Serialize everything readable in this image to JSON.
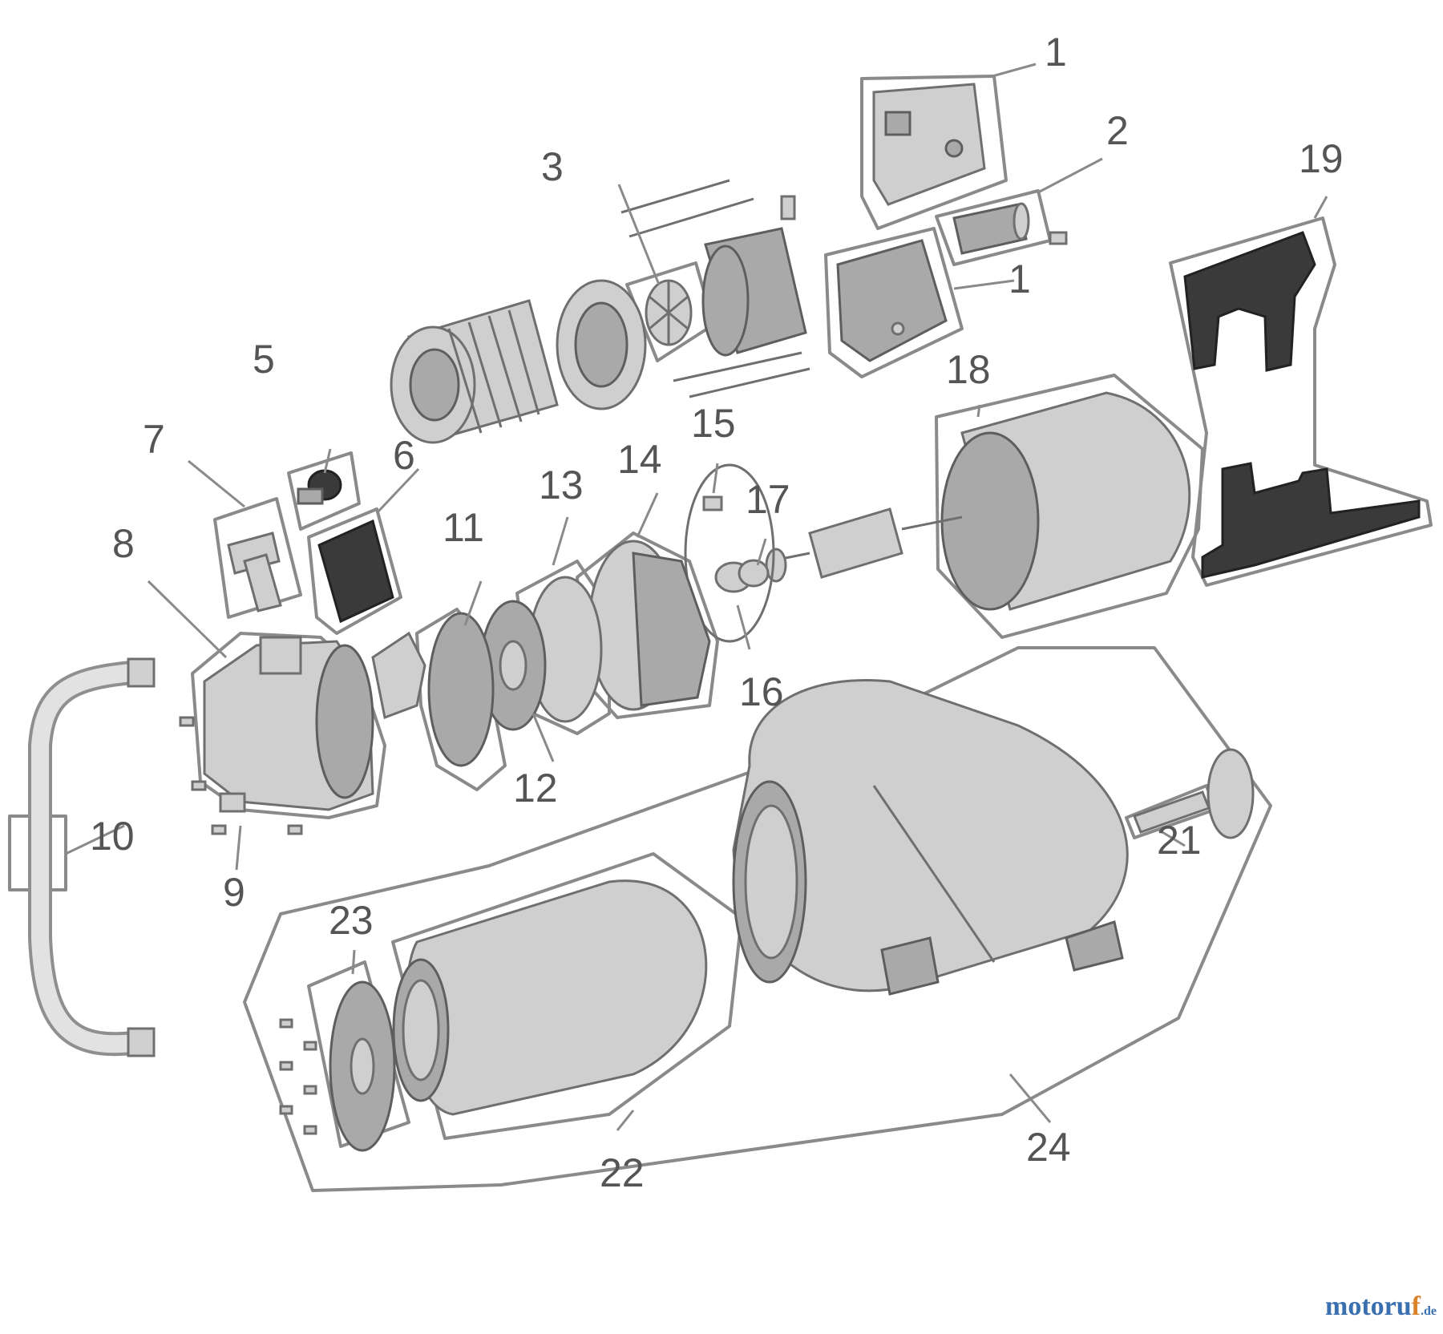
{
  "callouts": [
    {
      "n": "1"
    },
    {
      "n": "1"
    },
    {
      "n": "2"
    },
    {
      "n": "3"
    },
    {
      "n": "5"
    },
    {
      "n": "6"
    },
    {
      "n": "7"
    },
    {
      "n": "8"
    },
    {
      "n": "9"
    },
    {
      "n": "10"
    },
    {
      "n": "11"
    },
    {
      "n": "12"
    },
    {
      "n": "13"
    },
    {
      "n": "14"
    },
    {
      "n": "15"
    },
    {
      "n": "16"
    },
    {
      "n": "17"
    },
    {
      "n": "18"
    },
    {
      "n": "19"
    },
    {
      "n": "21"
    },
    {
      "n": "22"
    },
    {
      "n": "23"
    },
    {
      "n": "24"
    }
  ],
  "watermark": {
    "main": "motoru",
    "accent": "f",
    "suffix": ".de"
  },
  "colors": {
    "outline": "#8a8a8a",
    "callout_text": "#555555",
    "watermark_blue": "#3a6fb0",
    "watermark_orange": "#d9822b"
  }
}
